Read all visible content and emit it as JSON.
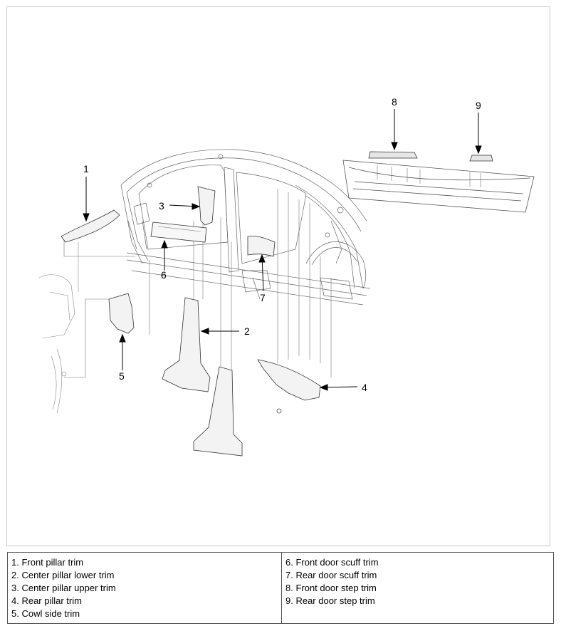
{
  "callouts": [
    "1",
    "2",
    "3",
    "4",
    "5",
    "6",
    "7",
    "8",
    "9"
  ],
  "legend": {
    "left": [
      "1. Front pillar trim",
      "2. Center pillar lower trim",
      "3. Center pillar upper trim",
      "4. Rear pillar trim",
      "5. Cowl side trim"
    ],
    "right": [
      "6. Front door scuff trim",
      "7. Rear door scuff trim",
      "8. Front door step trim",
      "9. Rear door step trim"
    ]
  }
}
